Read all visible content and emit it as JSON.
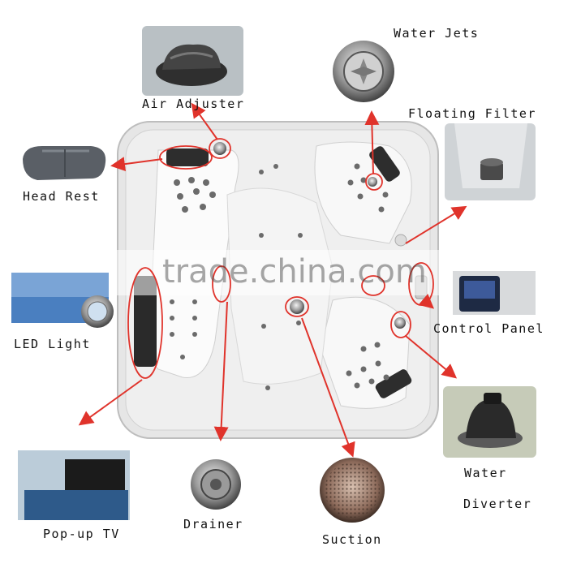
{
  "labels": {
    "air_adjuster": "Air Adjuster",
    "water_jets": "Water Jets",
    "floating_filter": "Floating Filter",
    "head_rest": "Head Rest",
    "control_panel": "Control Panel",
    "led_light": "LED Light",
    "water_diverter_line1": "Water",
    "water_diverter_line2": "Diverter",
    "popup_tv": "Pop-up TV",
    "drainer": "Drainer",
    "suction": "Suction"
  },
  "watermark": "trade.china.com",
  "colors": {
    "arrow": "#e0332b",
    "tub_shell": "#e9e9e9",
    "tub_seat": "#f7f7f7",
    "jet": "#6b6b6b"
  }
}
